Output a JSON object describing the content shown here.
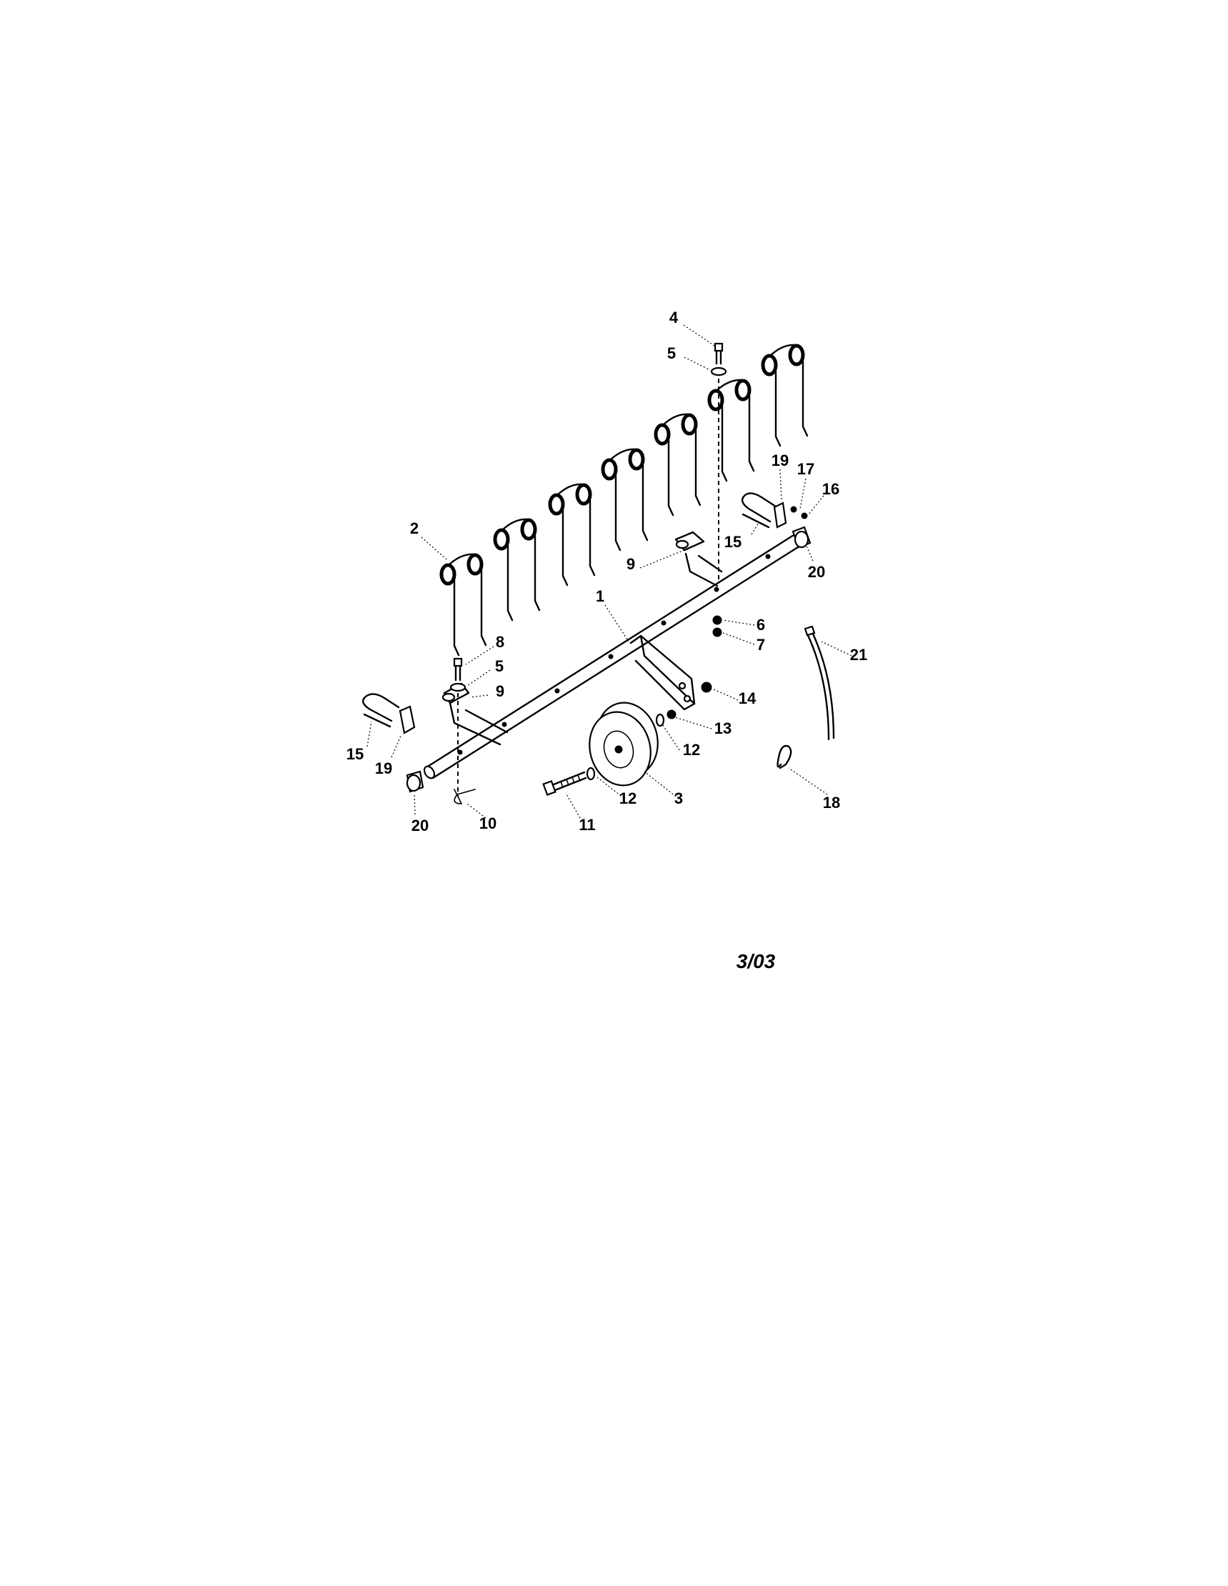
{
  "callouts": {
    "c1": "1",
    "c2": "2",
    "c3": "3",
    "c4": "4",
    "c5a": "5",
    "c5b": "5",
    "c6": "6",
    "c7": "7",
    "c8": "8",
    "c9a": "9",
    "c9b": "9",
    "c10": "10",
    "c11": "11",
    "c12a": "12",
    "c12b": "12",
    "c13": "13",
    "c14": "14",
    "c15a": "15",
    "c15b": "15",
    "c16": "16",
    "c17": "17",
    "c18": "18",
    "c19a": "19",
    "c19b": "19",
    "c20a": "20",
    "c20b": "20",
    "c21": "21"
  },
  "revision_date": "3/03"
}
